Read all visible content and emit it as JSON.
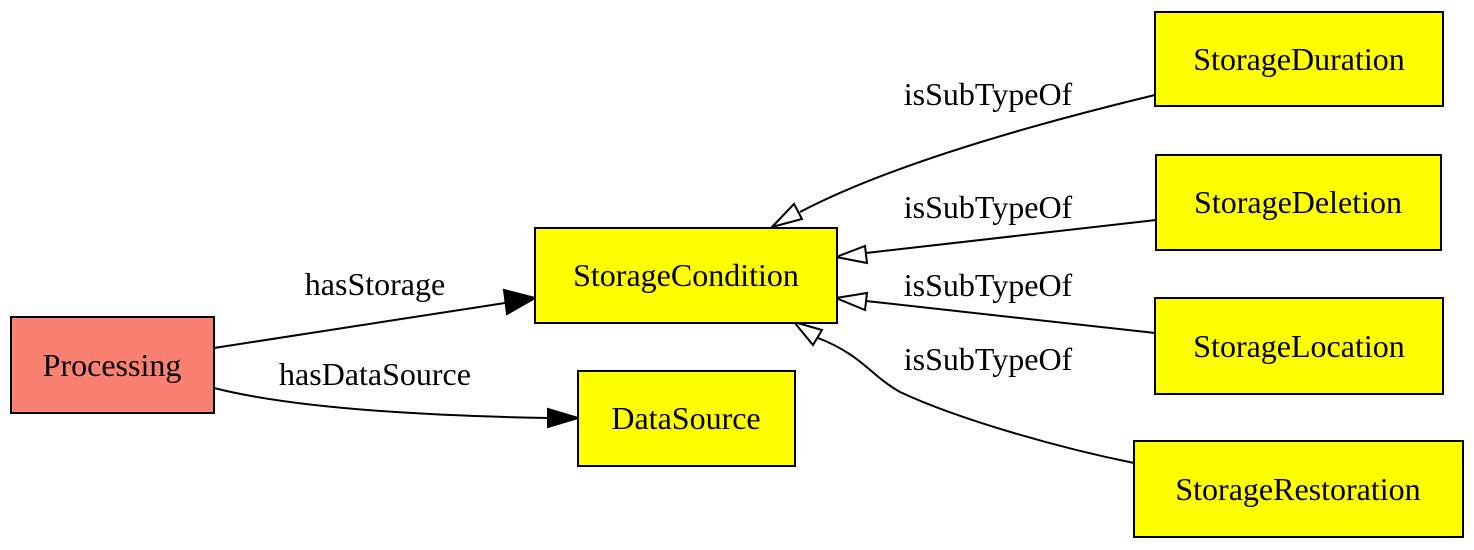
{
  "colors": {
    "source_node_fill": "#fa8072",
    "class_node_fill": "#ffff00",
    "border": "#000000",
    "background": "#ffffff"
  },
  "nodes": {
    "processing": "Processing",
    "storage_condition": "StorageCondition",
    "data_source": "DataSource",
    "storage_duration": "StorageDuration",
    "storage_deletion": "StorageDeletion",
    "storage_location": "StorageLocation",
    "storage_restoration": "StorageRestoration"
  },
  "edges": {
    "has_storage": "hasStorage",
    "has_data_source": "hasDataSource",
    "duration_subtype": "isSubTypeOf",
    "deletion_subtype": "isSubTypeOf",
    "location_subtype": "isSubTypeOf",
    "restoration_subtype": "isSubTypeOf"
  }
}
